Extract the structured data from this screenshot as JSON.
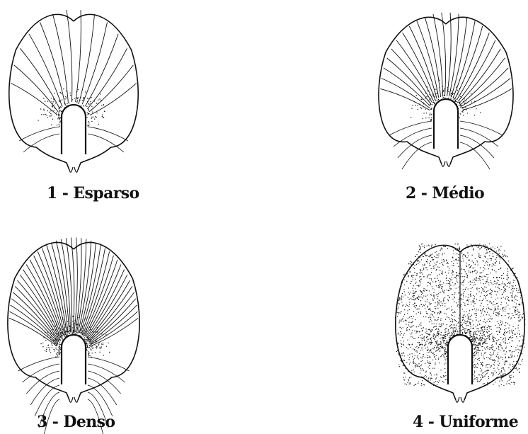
{
  "figure": {
    "panels": [
      {
        "id": "esparso",
        "number": "1",
        "label": "1 - Esparso",
        "vein_density": "sparse",
        "pattern": "veins"
      },
      {
        "id": "medio",
        "number": "2",
        "label": "2 - Médio",
        "vein_density": "medium",
        "pattern": "veins"
      },
      {
        "id": "denso",
        "number": "3",
        "label": "3 - Denso",
        "vein_density": "dense",
        "pattern": "veins"
      },
      {
        "id": "uniforme",
        "number": "4",
        "label": "4 - Uniforme",
        "vein_density": "none",
        "pattern": "stipple"
      }
    ]
  },
  "colors": {
    "ink": "#111111",
    "background": "#ffffff"
  }
}
